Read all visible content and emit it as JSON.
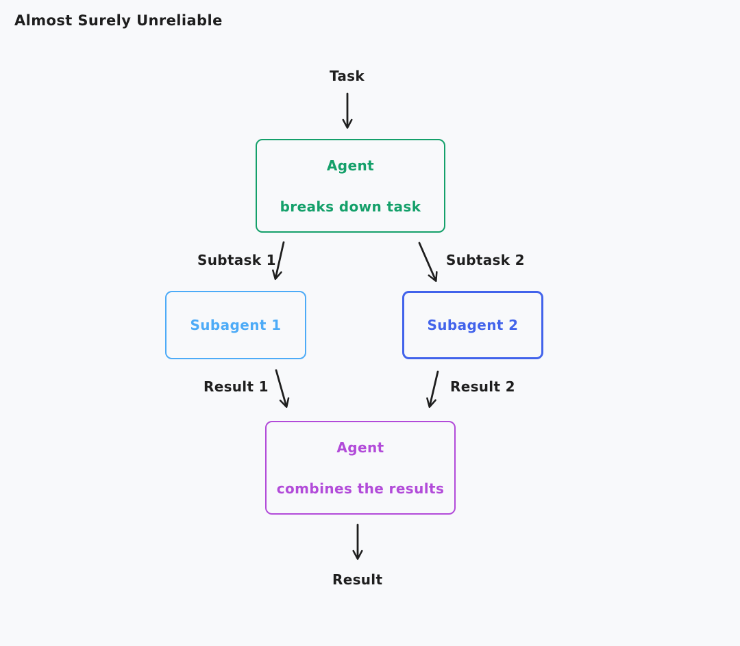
{
  "title": "Almost Surely Unreliable",
  "colors": {
    "background": "#f8f9fb",
    "ink": "#1e1e1e",
    "green": "#14a06a",
    "blue_light": "#4dabf7",
    "blue_dark": "#4263eb",
    "purple": "#b24bd9"
  },
  "diagram": {
    "task_label": "Task",
    "agent_breakdown": {
      "line1": "Agent",
      "line2": "breaks down task"
    },
    "subtask1_label": "Subtask 1",
    "subtask2_label": "Subtask 2",
    "subagent1_label": "Subagent 1",
    "subagent2_label": "Subagent 2",
    "result1_label": "Result 1",
    "result2_label": "Result 2",
    "agent_combine": {
      "line1": "Agent",
      "line2": "combines the results"
    },
    "result_label": "Result"
  }
}
